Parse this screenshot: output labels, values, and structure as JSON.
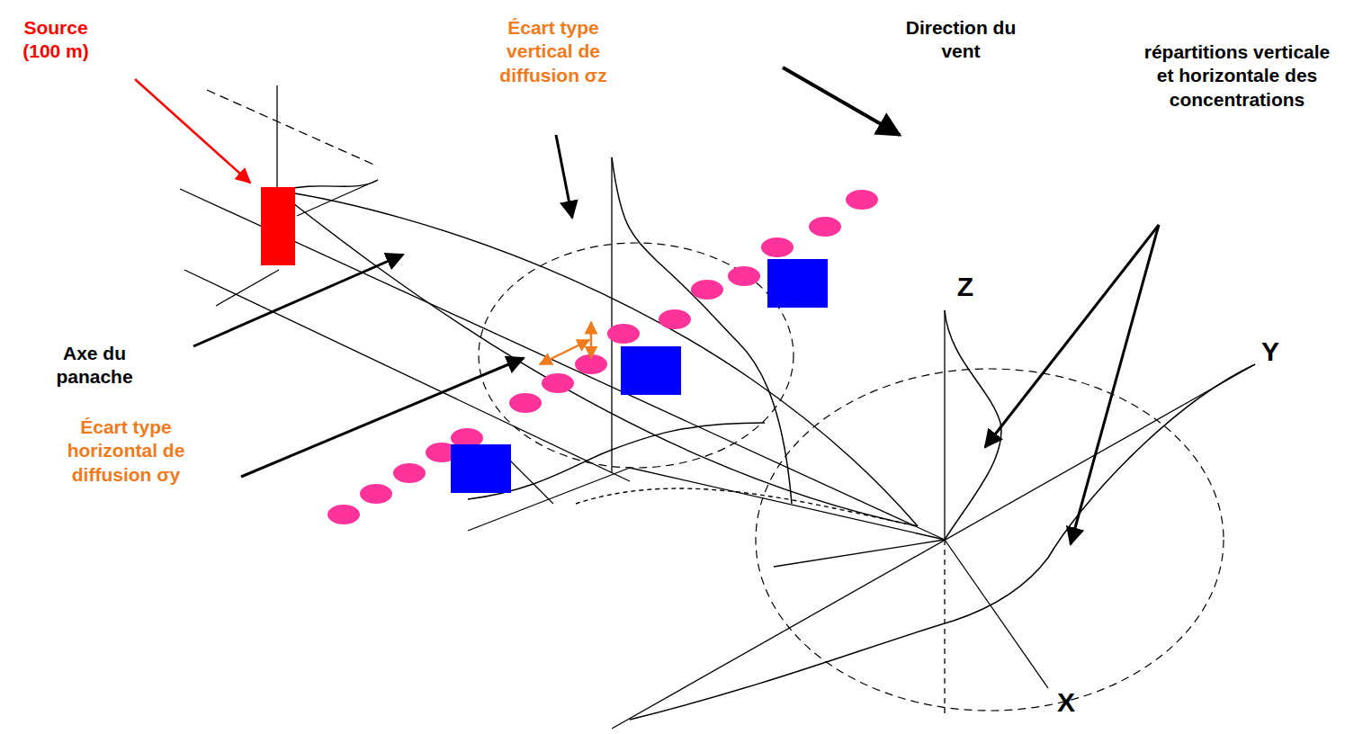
{
  "diagram": {
    "labels": [
      "Source (100 m)",
      "Écart type vertical de diffusion σz",
      "Direction du vent",
      "répartitions verticale et horizontale des concentrations",
      "Z",
      "Y",
      "X",
      "Axe du panache",
      "Écart type horizontal de diffusion σy"
    ]
  }
}
